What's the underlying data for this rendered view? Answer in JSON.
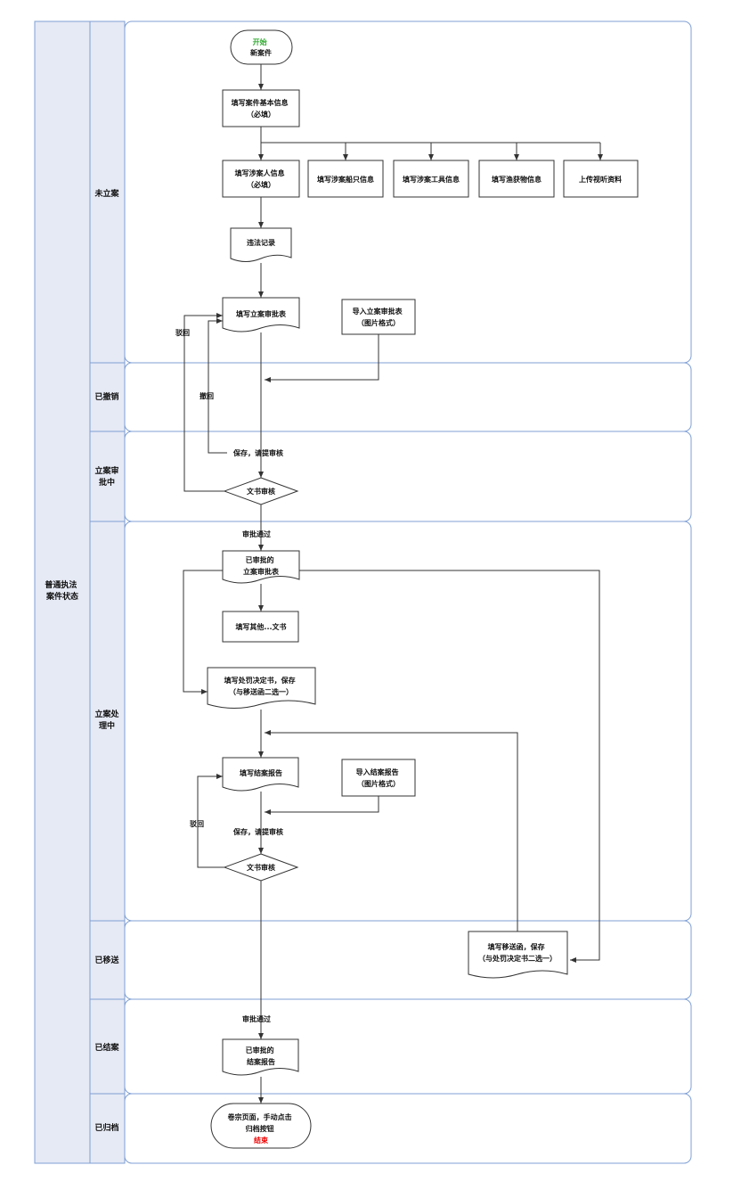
{
  "swimlane": {
    "title_lines": [
      "普通执法",
      "案件状态"
    ]
  },
  "lanes": [
    {
      "id": "weilian",
      "label_lines": [
        "未立案"
      ]
    },
    {
      "id": "yichexiao",
      "label_lines": [
        "已撤销"
      ]
    },
    {
      "id": "lianshenpi",
      "label_lines": [
        "立案审",
        "批中"
      ]
    },
    {
      "id": "lianchuli",
      "label_lines": [
        "立案处",
        "理中"
      ]
    },
    {
      "id": "yiyisong",
      "label_lines": [
        "已移送"
      ]
    },
    {
      "id": "yijiean",
      "label_lines": [
        "已结案"
      ]
    },
    {
      "id": "yiguidang",
      "label_lines": [
        "已归档"
      ]
    }
  ],
  "nodes": {
    "start": {
      "line1": "开始",
      "line2": "新案件"
    },
    "basic_info": {
      "lines": [
        "填写案件基本信息",
        "（必填）"
      ]
    },
    "party_info": {
      "lines": [
        "填写涉案人信息",
        "（必填）"
      ]
    },
    "ship_info": {
      "lines": [
        "填写涉案船只信息"
      ]
    },
    "tool_info": {
      "lines": [
        "填写涉案工具信息"
      ]
    },
    "catch_info": {
      "lines": [
        "填写渔获物信息"
      ]
    },
    "media_upload": {
      "lines": [
        "上传视听资料"
      ]
    },
    "violation_record": {
      "lines": [
        "违法记录"
      ]
    },
    "approval_form": {
      "lines": [
        "填写立案审批表"
      ]
    },
    "import_approval": {
      "lines": [
        "导入立案审批表",
        "（图片格式）"
      ]
    },
    "review1": {
      "lines": [
        "文书审核"
      ]
    },
    "approved_form": {
      "lines": [
        "已审批的",
        "立案审批表"
      ]
    },
    "other_docs": {
      "lines": [
        "填写其他...文书"
      ]
    },
    "penalty_decision": {
      "lines": [
        "填写处罚决定书，保存",
        "（与移送函二选一）"
      ]
    },
    "closing_report": {
      "lines": [
        "填写结案报告"
      ]
    },
    "import_closing": {
      "lines": [
        "导入结案报告",
        "（图片格式）"
      ]
    },
    "review2": {
      "lines": [
        "文书审核"
      ]
    },
    "transfer_letter": {
      "lines": [
        "填写移送函，保存",
        "（与处罚决定书二选一）"
      ]
    },
    "approved_closing": {
      "lines": [
        "已审批的",
        "结案报告"
      ]
    },
    "archive": {
      "line1": "卷宗页面，手动点击",
      "line2": "归档按钮",
      "line3": "结束"
    }
  },
  "edge_labels": {
    "reject1": "驳回",
    "withdraw": "撤回",
    "save_submit1": "保存，请提审核",
    "approved1": "审批通过",
    "reject2": "驳回",
    "save_submit2": "保存，请提审核",
    "approved2": "审批通过"
  },
  "colors": {
    "lane_fill": "#e6eaf5",
    "lane_border": "#7f9fd4",
    "start_text": "#33aa33",
    "end_text": "#ee0000",
    "stroke": "#333333"
  }
}
